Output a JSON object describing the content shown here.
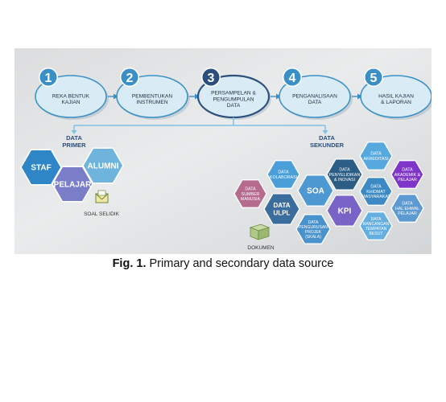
{
  "steps": [
    {
      "num": "1",
      "lines": [
        "REKA BENTUK",
        "KAJIAN"
      ]
    },
    {
      "num": "2",
      "lines": [
        "PEMBENTUKAN",
        "INSTRUMEN"
      ]
    },
    {
      "num": "3",
      "lines": [
        "PERSAMPELAN &",
        "PENGUMPULAN",
        "DATA"
      ]
    },
    {
      "num": "4",
      "lines": [
        "PENGANALISAAN",
        "DATA"
      ]
    },
    {
      "num": "5",
      "lines": [
        "HASIL KAJIAN",
        "& LAPORAN"
      ]
    }
  ],
  "primary": {
    "title_lines": [
      "DATA",
      "PRIMER"
    ],
    "hexes": [
      "STAF",
      "PELAJAR",
      "ALUMNI"
    ],
    "instrument_label": "SOAL SELIDIK",
    "instrument_icon": "envelope-icon"
  },
  "secondary": {
    "title_lines": [
      "DATA",
      "SEKUNDER"
    ],
    "hexes": {
      "kolaborasi": [
        "DATA",
        "KOLABORASI"
      ],
      "sumber_manusia": [
        "DATA",
        "SUMBER",
        "MANUSIA"
      ],
      "ulpl": [
        "DATA",
        "ULPL"
      ],
      "soa": [
        "SOA"
      ],
      "penyelidikan": [
        "DATA",
        "PENYELIDIKAN",
        "& INOVASI"
      ],
      "akreditasi": [
        "DATA",
        "AKREDITASI"
      ],
      "akademik": [
        "DATA",
        "AKADEMIK &",
        "PELAJAR"
      ],
      "khidmat": [
        "DATA",
        "KHIDMAT",
        "MASYARAKAT"
      ],
      "kpi": [
        "KPI"
      ],
      "hal_ehwal": [
        "DATA",
        "HAL EHWAL",
        "PELAJAR"
      ],
      "pengurusan": [
        "DATA",
        "PENGURUSAN",
        "PROJEK",
        "(SKALA)"
      ],
      "rancangan": [
        "DATA",
        "RANCANGAN",
        "TEMPATAN",
        "BESUT"
      ]
    },
    "document_label": "DOKUMEN",
    "document_icon": "box-icon"
  },
  "caption": {
    "prefix": "Fig. 1.",
    "text": " Primary and secondary data source"
  },
  "colors": {
    "step_fill": "#d9ecf6",
    "step_circle": "#3a8fc4",
    "step_active": "#2c4f7c",
    "staf": "#2f86c6",
    "pelajar": "#7a7ec9",
    "alumni": "#6fb4dc",
    "kolaborasi": "#4a9fd8",
    "sumber_manusia": "#b56a8e",
    "ulpl": "#3a6d9e",
    "soa": "#4d98d0",
    "penyelidikan": "#2b5d85",
    "akreditasi": "#56a9df",
    "akademik": "#8035c9",
    "khidmat": "#3c89c3",
    "kpi": "#7a63c7",
    "hal_ehwal": "#5d9ad1",
    "pengurusan": "#4a92cc",
    "rancangan": "#65aee0",
    "connector": "#7cc2e6"
  }
}
